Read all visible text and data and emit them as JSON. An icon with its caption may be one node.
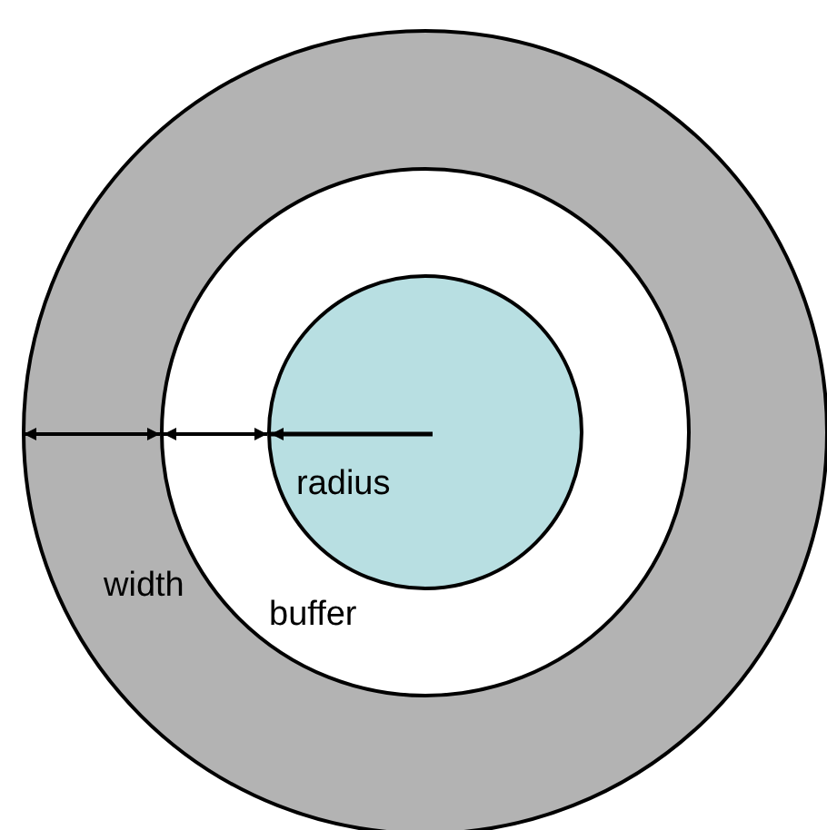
{
  "diagram": {
    "nodes": [
      {
        "text": [
          "width"
        ]
      },
      {
        "text": [
          "buffer"
        ],
        "in": 0
      },
      {
        "text": [
          "radius"
        ],
        "in": 1
      }
    ]
  }
}
